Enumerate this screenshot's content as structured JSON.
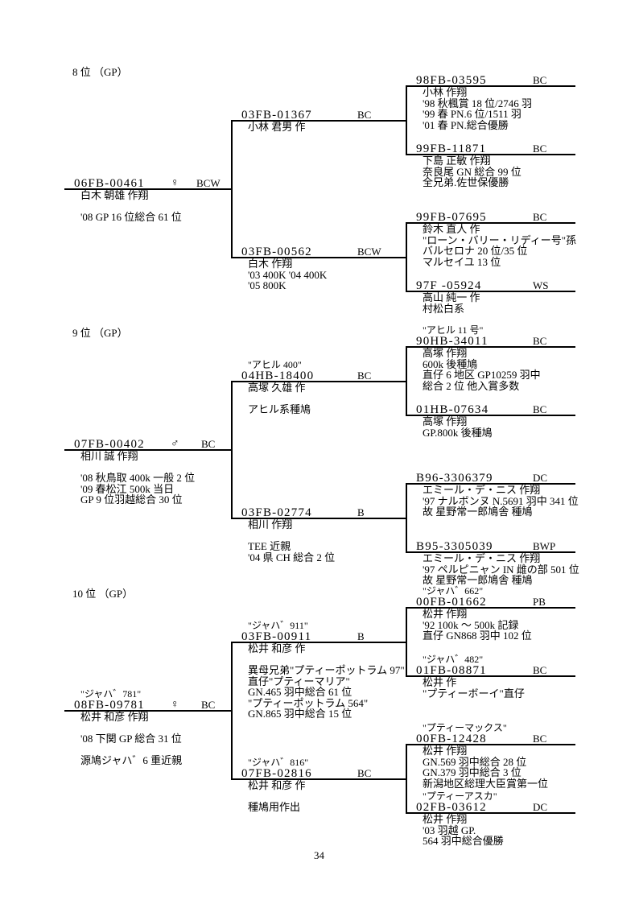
{
  "page_number": "34",
  "sections": [
    {
      "title": "8 位 （GP）",
      "root": {
        "id": "06FB-00461",
        "sex": "♀",
        "color": "BCW",
        "pre": "",
        "lines": [
          "白木 朝雄 作翔",
          "",
          "'08 GP 16 位総合 61 位"
        ]
      },
      "sire": {
        "id": "03FB-01367",
        "color": "BC",
        "pre": "",
        "lines": [
          "小林 君男 作"
        ]
      },
      "dam": {
        "id": "03FB-00562",
        "color": "BCW",
        "pre": "",
        "lines": [
          "白木 作翔",
          "'03 400K '04 400K",
          "'05 800K"
        ]
      },
      "ss": {
        "id": "98FB-03595",
        "color": "BC",
        "pre": "",
        "lines": [
          "小林 作翔",
          "'98 秋楓賞 18 位/2746 羽",
          "'99 春 PN.6 位/1511 羽",
          "'01 春 PN.総合優勝"
        ]
      },
      "sd": {
        "id": "99FB-11871",
        "color": "BC",
        "pre": "",
        "lines": [
          "下島 正敏 作翔",
          "奈良尾 GN 総合 99 位",
          "全兄弟.佐世保優勝"
        ]
      },
      "ds": {
        "id": "99FB-07695",
        "color": "BC",
        "pre": "",
        "lines": [
          "鈴木 直人 作",
          "\"ローン・バリー・リディー号\"孫",
          "バルセロナ 20 位/35 位",
          "マルセイユ 13 位"
        ]
      },
      "dd": {
        "id": "97F -05924",
        "color": "WS",
        "pre": "",
        "lines": [
          "高山 純一 作",
          "村松白系"
        ]
      }
    },
    {
      "title": "9 位 （GP）",
      "root": {
        "id": "07FB-00402",
        "sex": "♂",
        "color": "BC",
        "pre": "",
        "lines": [
          "相川 誠 作翔",
          "",
          "'08 秋鳥取 400k 一般 2 位",
          "'09 春松江 500k 当日",
          "        GP 9 位羽越総合 30 位"
        ]
      },
      "sire": {
        "id": "04HB-18400",
        "color": "BC",
        "pre": "\"アヒル 400\"",
        "lines": [
          "高塚 久雄 作",
          "",
          "アヒル系種鳩"
        ]
      },
      "dam": {
        "id": "03FB-02774",
        "color": "B",
        "pre": "",
        "lines": [
          "相川 作翔",
          "",
          "TEE 近親",
          "'04 県 CH 総合 2 位"
        ]
      },
      "ss": {
        "id": "90HB-34011",
        "color": "BC",
        "pre": "\"アヒル 11 号\"",
        "lines": [
          "高塚 作翔",
          "600k 後種鳩",
          "直仔 6 地区 GP10259 羽中",
          "総合 2 位  他入賞多数"
        ]
      },
      "sd": {
        "id": "01HB-07634",
        "color": "BC",
        "pre": "",
        "lines": [
          "高塚 作翔",
          "GP.800k 後種鳩"
        ]
      },
      "ds": {
        "id": "B96-3306379",
        "color": "DC",
        "pre": "",
        "lines": [
          "エミール・デ・ニス 作翔",
          "'97 ナルボンヌ N.5691 羽中 341 位",
          "故 星野常一郎鳩舎 種鳩"
        ]
      },
      "dd": {
        "id": "B95-3305039",
        "color": "BWP",
        "pre": "",
        "lines": [
          "エミール・デ・ニス 作翔",
          "'97 ペルピニャン IN 雌の部 501 位",
          "故 星野常一郎鳩舎 種鳩"
        ]
      }
    },
    {
      "title": "10 位 （GP）",
      "root": {
        "id": "08FB-09781",
        "sex": "♀",
        "color": "BC",
        "pre": "\"ジャハ゛781\"",
        "lines": [
          "松井 和彦 作翔",
          "",
          "'08 下関 GP 総合 31 位",
          "",
          "源鳩ジャハ゛6 重近親"
        ]
      },
      "sire": {
        "id": "03FB-00911",
        "color": "B",
        "pre": "\"ジャハ゛911\"",
        "lines": [
          "松井 和彦 作",
          "",
          "異母兄弟\"プティーポットラム 97\"",
          "直仔\"プティーマリア\"",
          "GN.465 羽中総合 61 位",
          "\"プティーポットラム 564\"",
          "GN.865 羽中総合 15 位"
        ]
      },
      "dam": {
        "id": "07FB-02816",
        "color": "BC",
        "pre": "\"ジャハ゛816\"",
        "lines": [
          "松井 和彦 作",
          "",
          "種鳩用作出"
        ]
      },
      "ss": {
        "id": "00FB-01662",
        "color": "PB",
        "pre": "\"ジャハ゛662\"",
        "lines": [
          "松井 作翔",
          "'92 100k ～ 500k 記録",
          "直仔 GN868 羽中 102 位"
        ]
      },
      "sd": {
        "id": "01FB-08871",
        "color": "BC",
        "pre": "\"ジャハ゛482\"",
        "lines": [
          "松井 作",
          "\"プティーボーイ\"直仔"
        ]
      },
      "ds": {
        "id": "00FB-12428",
        "color": "BC",
        "pre": "\"プティーマックス\"",
        "lines": [
          "松井 作翔",
          "GN.569 羽中総合 28 位",
          "GN.379 羽中総合 3 位",
          "新潟地区総理大臣賞第一位"
        ]
      },
      "dd": {
        "id": "02FB-03612",
        "color": "DC",
        "pre": "\"プティーアスカ\"",
        "lines": [
          "松井 作翔",
          "'03 羽越 GP.",
          "      564 羽中総合優勝"
        ]
      }
    }
  ]
}
